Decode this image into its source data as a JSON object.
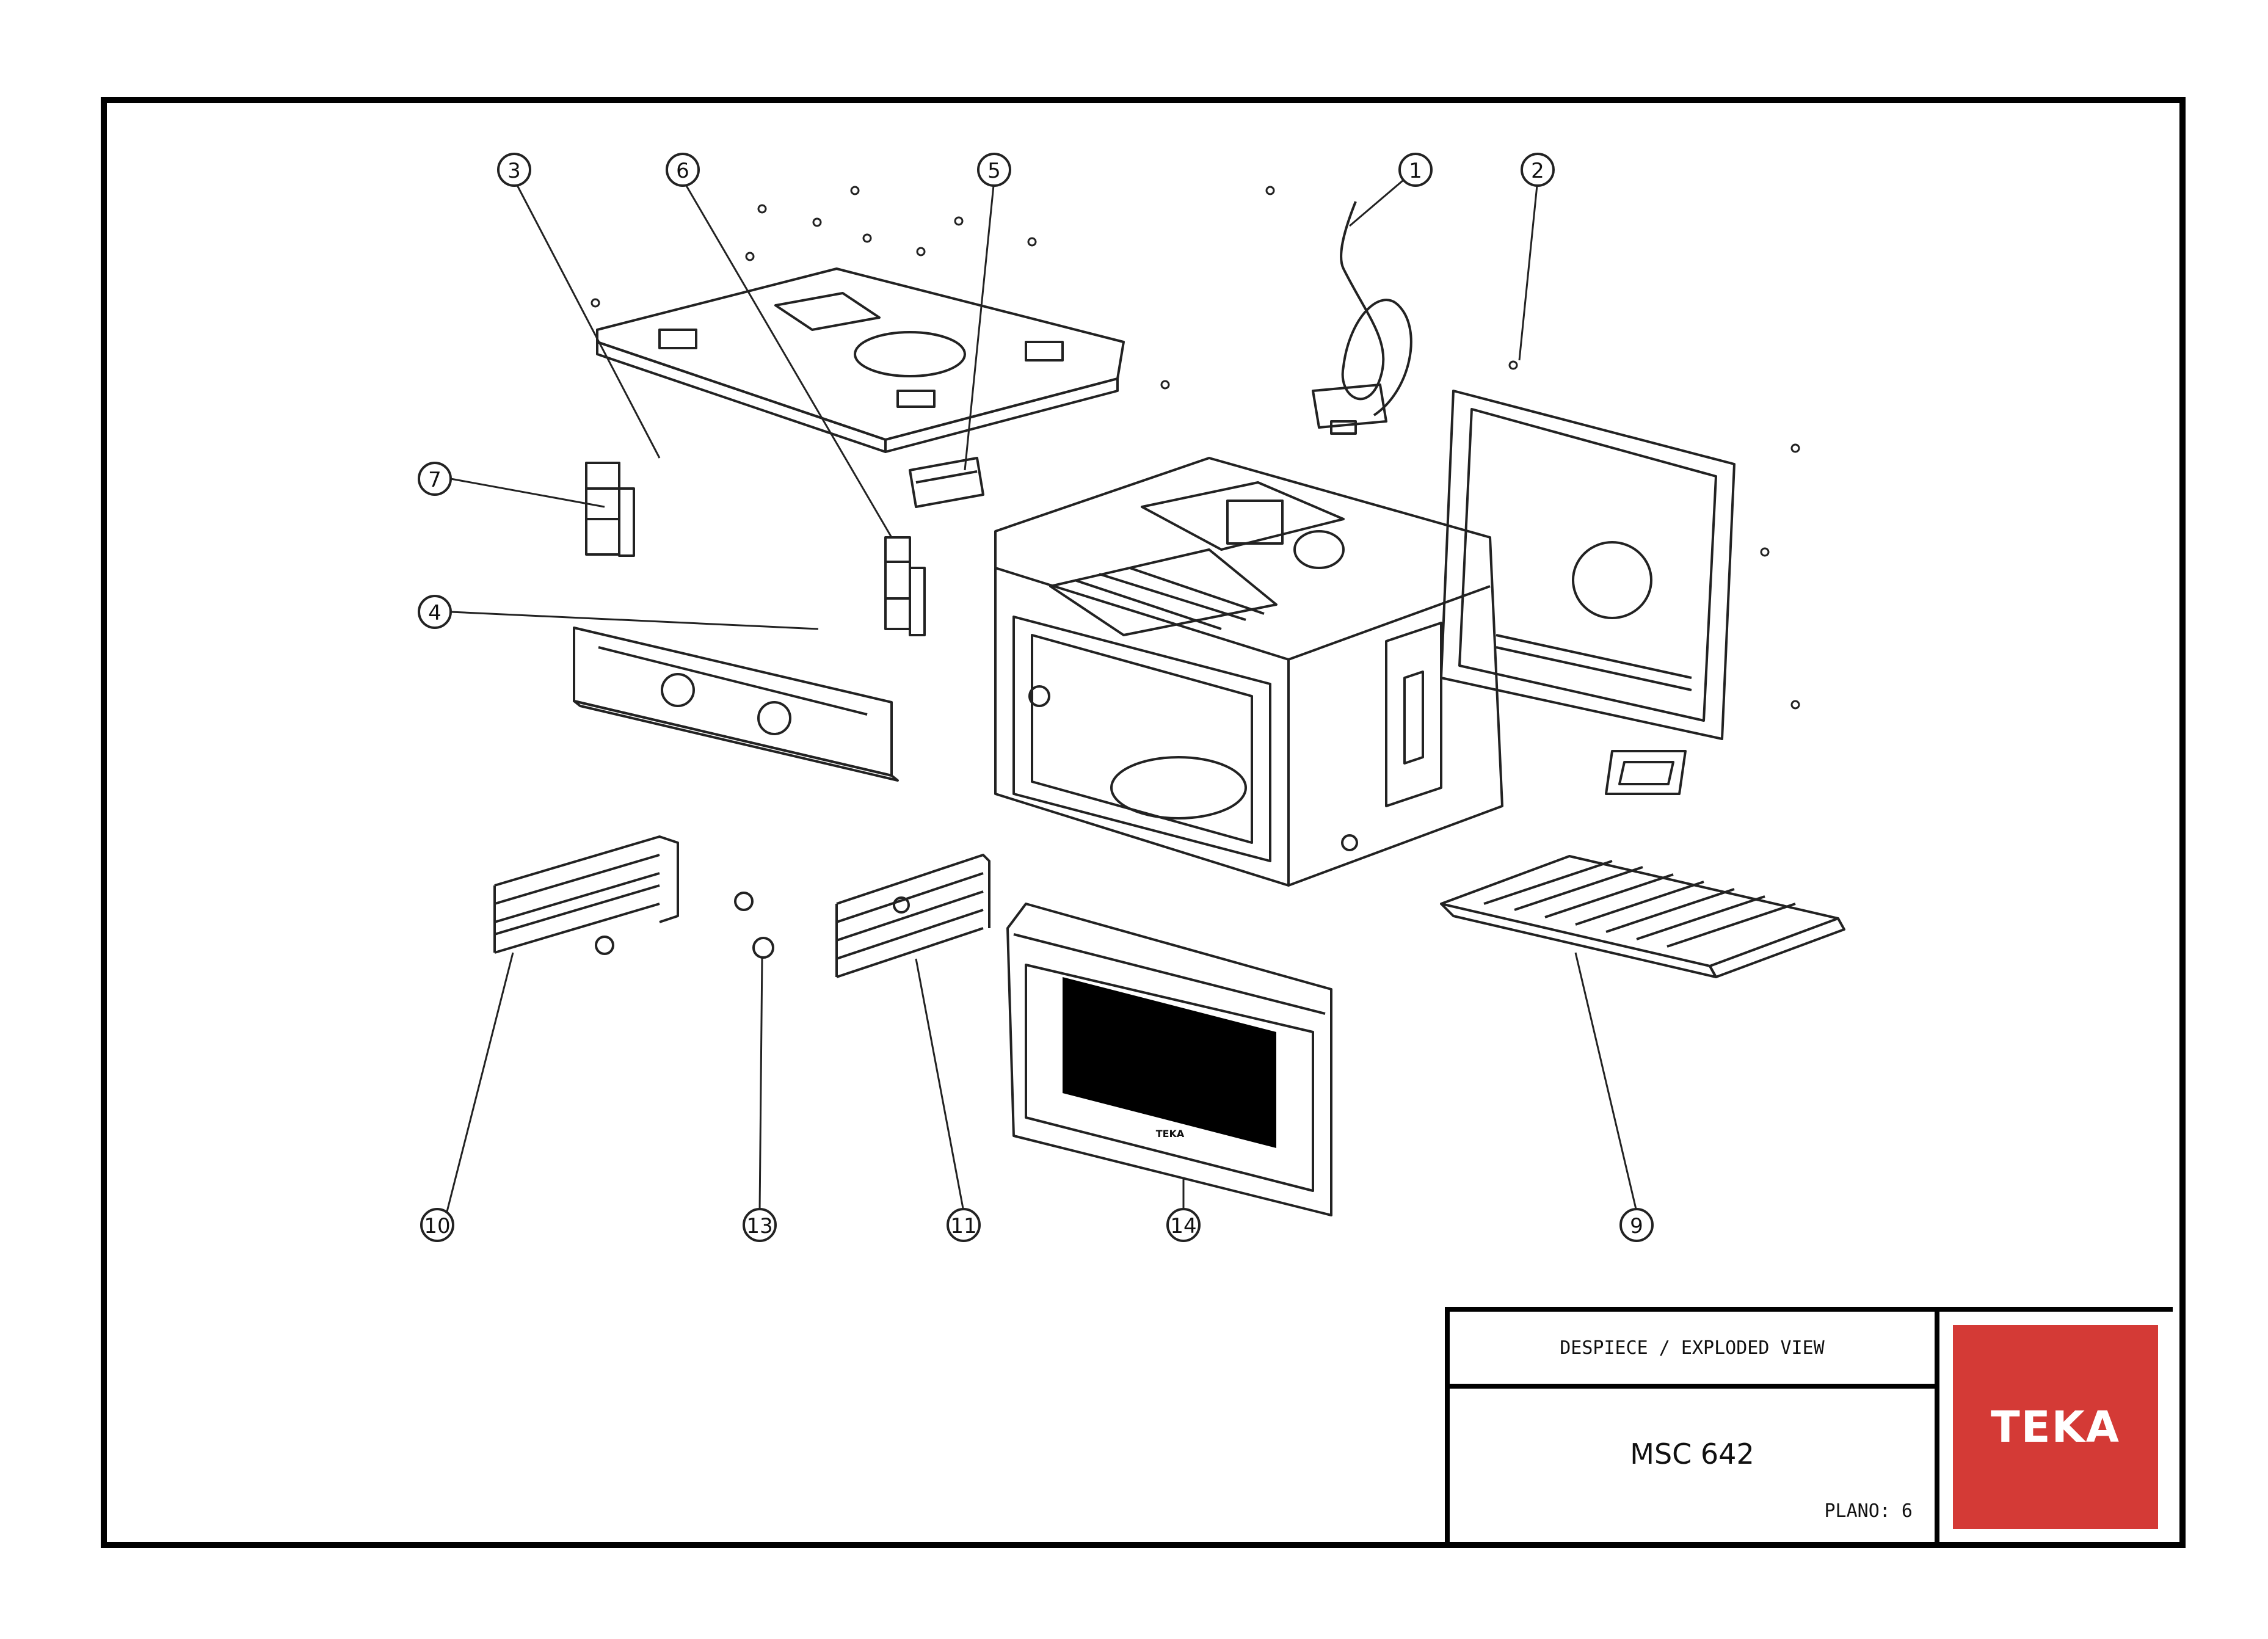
{
  "title_block": {
    "title": "DESPIECE / EXPLODED VIEW",
    "model": "MSC 642",
    "plano": "PLANO: 6",
    "logo_text": "TEKA"
  },
  "callouts": [
    {
      "id": "callout-1",
      "label": "1"
    },
    {
      "id": "callout-2",
      "label": "2"
    },
    {
      "id": "callout-3",
      "label": "3"
    },
    {
      "id": "callout-4",
      "label": "4"
    },
    {
      "id": "callout-5",
      "label": "5"
    },
    {
      "id": "callout-6",
      "label": "6"
    },
    {
      "id": "callout-7",
      "label": "7"
    },
    {
      "id": "callout-9",
      "label": "9"
    },
    {
      "id": "callout-10",
      "label": "10"
    },
    {
      "id": "callout-11",
      "label": "11"
    },
    {
      "id": "callout-13",
      "label": "13"
    },
    {
      "id": "callout-14",
      "label": "14"
    }
  ],
  "door_brand": "TEKA",
  "colors": {
    "brand_red": "#d43a36",
    "line": "#222222"
  }
}
